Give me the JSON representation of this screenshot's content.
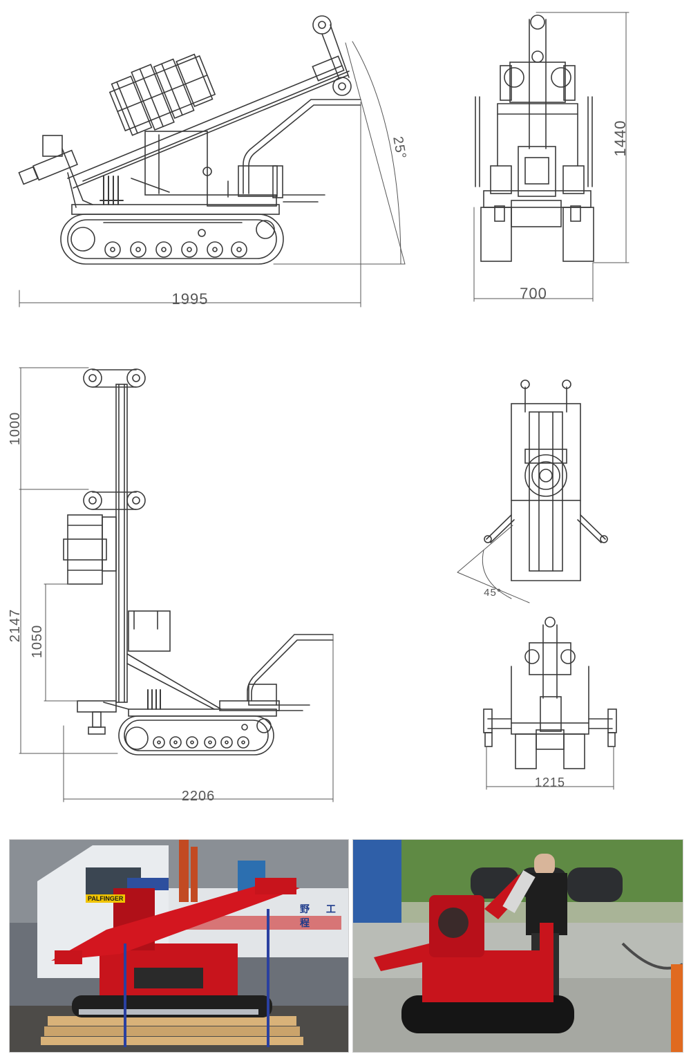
{
  "dimensions": {
    "top_side_length": "1995",
    "top_front_width": "700",
    "top_front_height": "1440",
    "angle_tilt": "25°",
    "mast_extension": "1000",
    "upright_height": "2147",
    "head_clearance": "1050",
    "upright_length": "2206",
    "swing_angle": "45°",
    "outrigger_width": "1215"
  },
  "photos": {
    "left": {
      "brand_label": "PALFINGER",
      "truck_chars": "野 工 程"
    },
    "right": {}
  },
  "colors": {
    "line": "#3a3a3a",
    "dimension": "#555555",
    "rig_red": "#c8141c",
    "rig_dark": "#2a2a2a"
  }
}
